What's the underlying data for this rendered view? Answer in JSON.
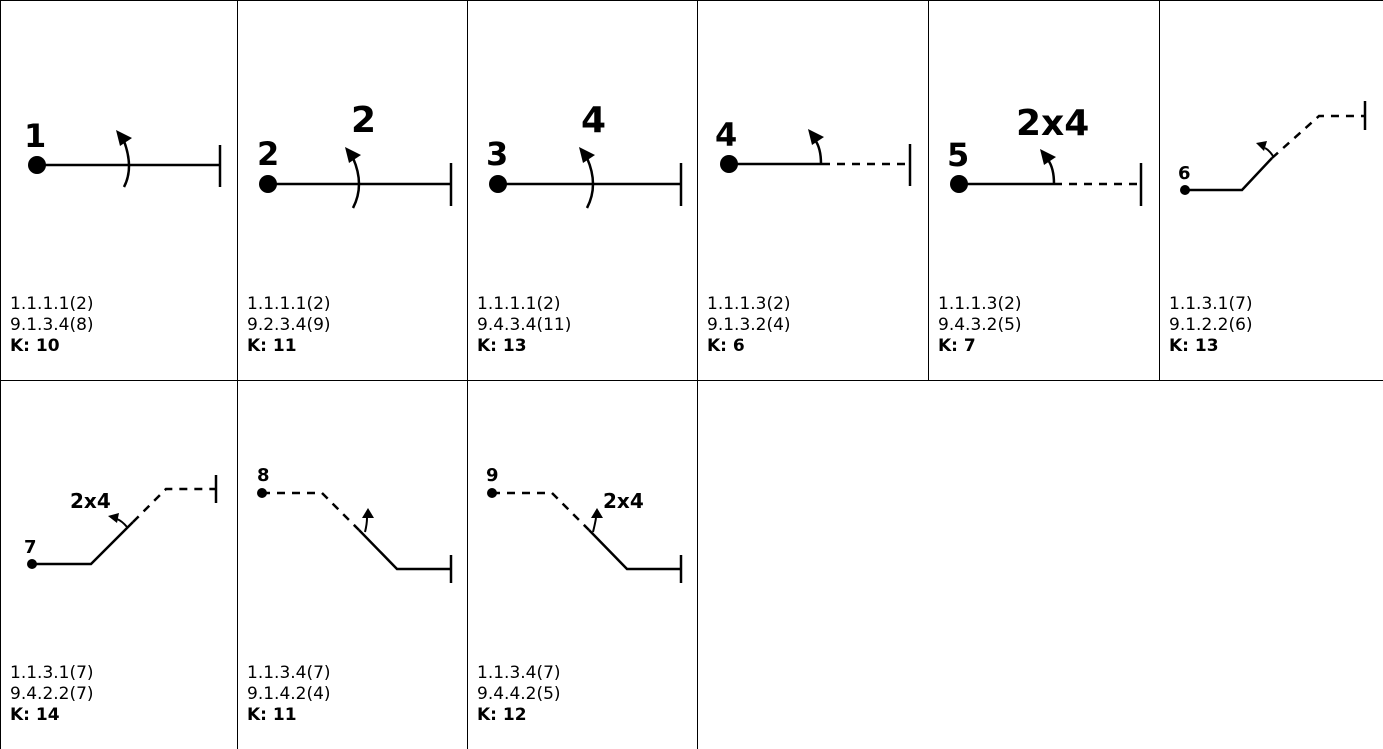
{
  "diagrams": [
    {
      "id": "1",
      "label": "1",
      "rotation": "",
      "code1": "1.1.1.1(2)",
      "code2": "9.1.3.4(8)",
      "k_prefix": "K:",
      "k_value": "10"
    },
    {
      "id": "2",
      "label": "2",
      "rotation": "2",
      "code1": "1.1.1.1(2)",
      "code2": "9.2.3.4(9)",
      "k_prefix": "K:",
      "k_value": "11"
    },
    {
      "id": "3",
      "label": "3",
      "rotation": "4",
      "code1": "1.1.1.1(2)",
      "code2": "9.4.3.4(11)",
      "k_prefix": "K:",
      "k_value": "13"
    },
    {
      "id": "4",
      "label": "4",
      "rotation": "",
      "code1": "1.1.1.3(2)",
      "code2": "9.1.3.2(4)",
      "k_prefix": "K:",
      "k_value": "6"
    },
    {
      "id": "5",
      "label": "5",
      "rotation": "2x4",
      "code1": "1.1.1.3(2)",
      "code2": "9.4.3.2(5)",
      "k_prefix": "K:",
      "k_value": "7"
    },
    {
      "id": "6",
      "label": "6",
      "rotation": "",
      "code1": "1.1.3.1(7)",
      "code2": "9.1.2.2(6)",
      "k_prefix": "K:",
      "k_value": "13"
    },
    {
      "id": "7",
      "label": "7",
      "rotation": "2x4",
      "code1": "1.1.3.1(7)",
      "code2": "9.4.2.2(7)",
      "k_prefix": "K:",
      "k_value": "14"
    },
    {
      "id": "8",
      "label": "8",
      "rotation": "",
      "code1": "1.1.3.4(7)",
      "code2": "9.1.4.2(4)",
      "k_prefix": "K:",
      "k_value": "11"
    },
    {
      "id": "9",
      "label": "9",
      "rotation": "2x4",
      "code1": "1.1.3.4(7)",
      "code2": "9.4.4.2(5)",
      "k_prefix": "K:",
      "k_value": "12"
    }
  ]
}
